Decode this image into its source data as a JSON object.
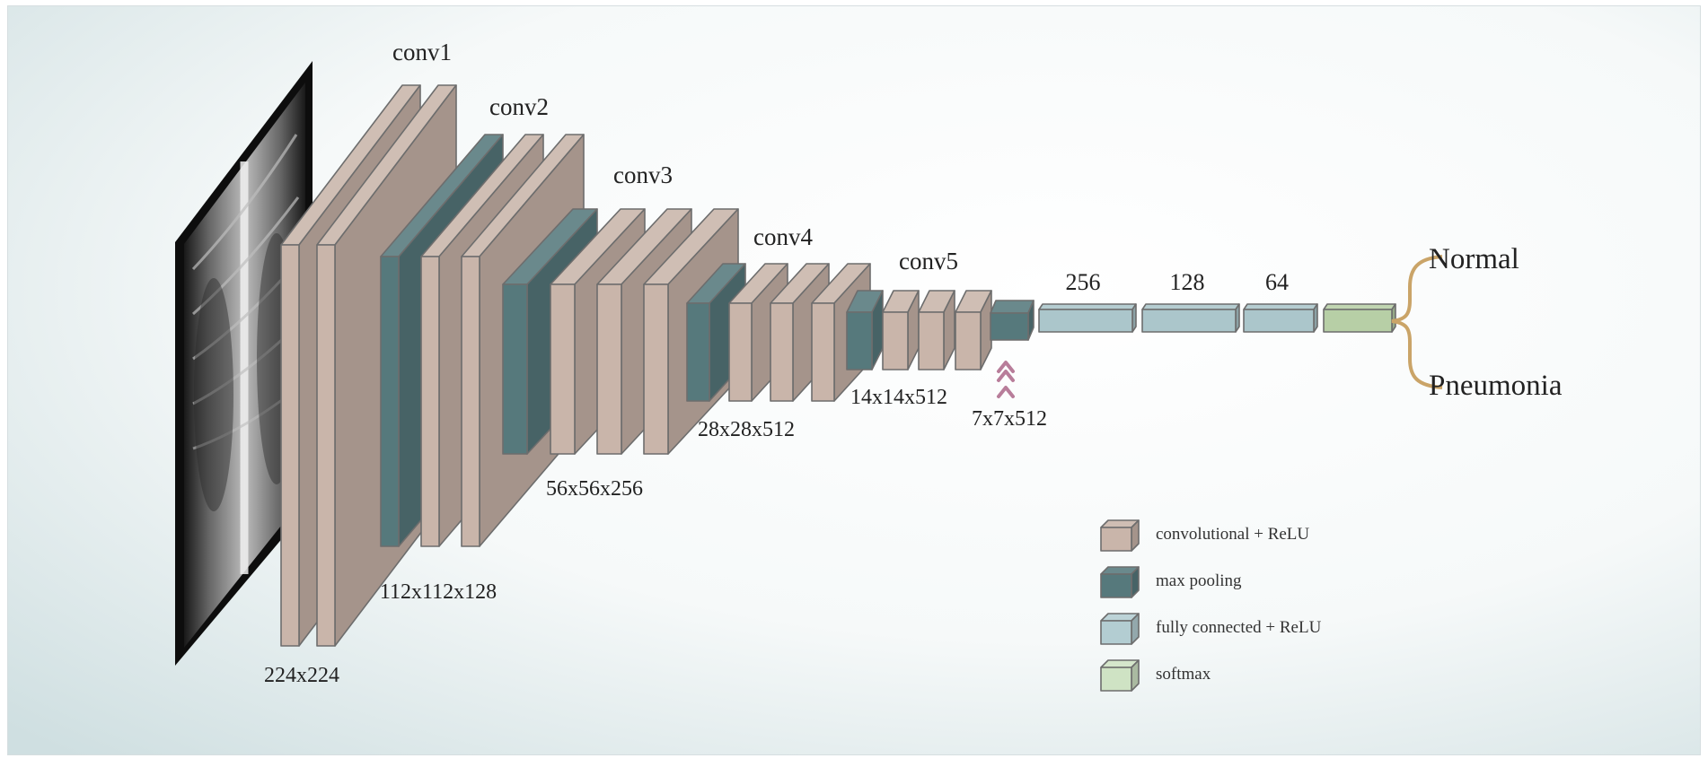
{
  "diagram": {
    "input_label": "224x224",
    "stages": [
      {
        "name": "conv1",
        "dims": "112x112x128"
      },
      {
        "name": "conv2",
        "dims": ""
      },
      {
        "name": "conv3",
        "dims": "56x56x256"
      },
      {
        "name": "conv4",
        "dims": "28x28x512"
      },
      {
        "name": "conv5",
        "dims": "14x14x512"
      }
    ],
    "pool_output_dims": "7x7x512",
    "fc_units": [
      "256",
      "128",
      "64"
    ],
    "outputs": [
      "Normal",
      "Pneumonia"
    ],
    "legend": [
      {
        "label": "convolutional + ReLU",
        "color": "#c9b5aa"
      },
      {
        "label": "max pooling",
        "color": "#56797c"
      },
      {
        "label": "fully connected + ReLU",
        "color": "#b3cdd2"
      },
      {
        "label": "softmax",
        "color": "#cfe3c4"
      }
    ],
    "colors": {
      "conv": "#c9b5aa",
      "pool": "#56797c",
      "fc": "#abc6cb",
      "softmax": "#b7cfa6",
      "brace": "#caa468",
      "arrow": "#b87d9a"
    }
  }
}
